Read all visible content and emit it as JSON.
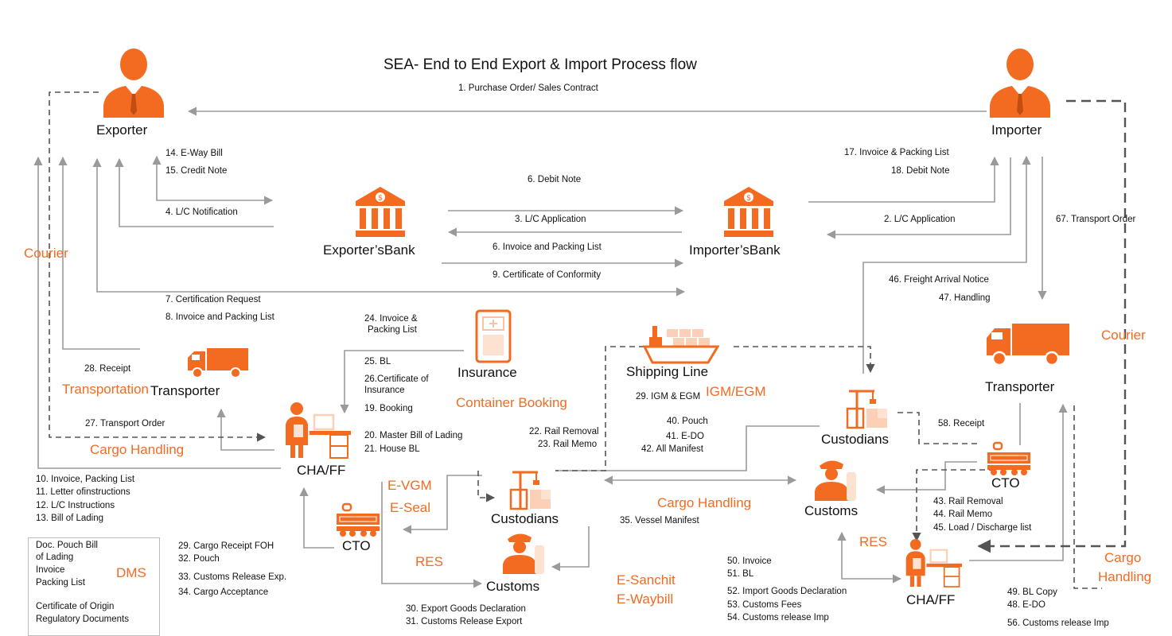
{
  "title": "SEA- End to End Export & Import Process flow",
  "colors": {
    "accent": "#f26b21",
    "line": "#9a9a9a",
    "dashed": "#555555"
  },
  "nodes": {
    "exporter": "Exporter",
    "importer": "Importer",
    "exporters_bank": "Exporter’sBank",
    "importers_bank": "Importer’sBank",
    "insurance": "Insurance",
    "shipping_line": "Shipping Line",
    "transporter_left": "Transporter",
    "transporter_right": "Transporter",
    "cha_ff_left": "CHA/FF",
    "cha_ff_right": "CHA/FF",
    "cto_left": "CTO",
    "cto_right": "CTO",
    "custodians_mid": "Custodians",
    "custodians_right": "Custodians",
    "customs_mid": "Customs",
    "customs_right": "Customs"
  },
  "icons": {
    "exporter": "person-icon",
    "importer": "person-icon",
    "exporters_bank": "bank-icon",
    "importers_bank": "bank-icon",
    "insurance": "insurance-document-icon",
    "shipping_line": "ship-icon",
    "transporter": "truck-icon",
    "cha_ff": "worker-desk-icon",
    "cto": "train-icon",
    "custodians": "crane-icon",
    "customs": "officer-icon"
  },
  "orange_labels": {
    "courier_left": "Courier",
    "courier_right": "Courier",
    "transportation": "Transportation",
    "cargo_handling_left": "Cargo Handling",
    "container_booking": "Container Booking",
    "igm_egm": "IGM/EGM",
    "e_vgm": "E-VGM",
    "e_seal": "E-Seal",
    "res_left": "RES",
    "res_right": "RES",
    "cargo_handling_mid": "Cargo Handling",
    "e_sanchit": "E-Sanchit",
    "e_waybill": "E-Waybill",
    "dms": "DMS",
    "cargo_right_1": "Cargo",
    "cargo_right_2": "Handling"
  },
  "steps": {
    "s1": "1. Purchase Order/ Sales Contract",
    "s14": "14. E-Way Bill",
    "s15": "15. Credit Note",
    "s4": "4. L/C Notification",
    "s6a": "6. Debit Note",
    "s3": "3. L/C Application",
    "s6b": "6. Invoice and Packing List",
    "s9": "9. Certificate of Conformity",
    "s17": "17. Invoice & Packing List",
    "s18": "18. Debit Note",
    "s2": "2. L/C Application",
    "s67": "67. Transport Order",
    "s46": "46. Freight Arrival Notice",
    "s47": "47. Handling",
    "s7": "7. Certification Request",
    "s8": "8. Invoice and Packing List",
    "s24a": "24. Invoice &",
    "s24b": "Packing List",
    "s25": "25. BL",
    "s26a": "26.Certificate  of",
    "s26b": "Insurance",
    "s19": "19. Booking",
    "s20": "20. Master Bill of Lading",
    "s21": "21. House BL",
    "s28": "28. Receipt",
    "s27": "27. Transport Order",
    "s22": "22. Rail Removal",
    "s23": "23. Rail Memo",
    "s29": "29. IGM & EGM",
    "s40": "40. Pouch",
    "s41": "41. E-DO",
    "s42": "42. All Manifest",
    "s58": "58. Receipt",
    "s10": "10. Invoice, Packing List",
    "s11": "11. Letter ofinstructions",
    "s12": "12. L/C Instructions",
    "s13": "13. Bill of Lading",
    "s29b": "29. Cargo Receipt FOH",
    "s32": "32. Pouch",
    "s33": "33. Customs Release Exp.",
    "s34": "34. Cargo Acceptance",
    "s35": "35. Vessel Manifest",
    "s30": "30. Export Goods Declaration",
    "s31": "31. Customs Release Export",
    "s50": "50. Invoice",
    "s51": "51. BL",
    "s52": "52. Import Goods Declaration",
    "s53": "53. Customs Fees",
    "s54": "54. Customs release Imp",
    "s43": "43. Rail Removal",
    "s44": "44. Rail Memo",
    "s45": "45. Load / Discharge list",
    "s49": "49. BL Copy",
    "s48": "48. E-DO",
    "s56": "56. Customs release Imp"
  },
  "dms_box": {
    "line1": "Doc. Pouch  Bill",
    "line2": "of Lading",
    "line3": "Invoice",
    "line4": "Packing List",
    "line5": "Certificate of Origin",
    "line6": "Regulatory Documents"
  }
}
